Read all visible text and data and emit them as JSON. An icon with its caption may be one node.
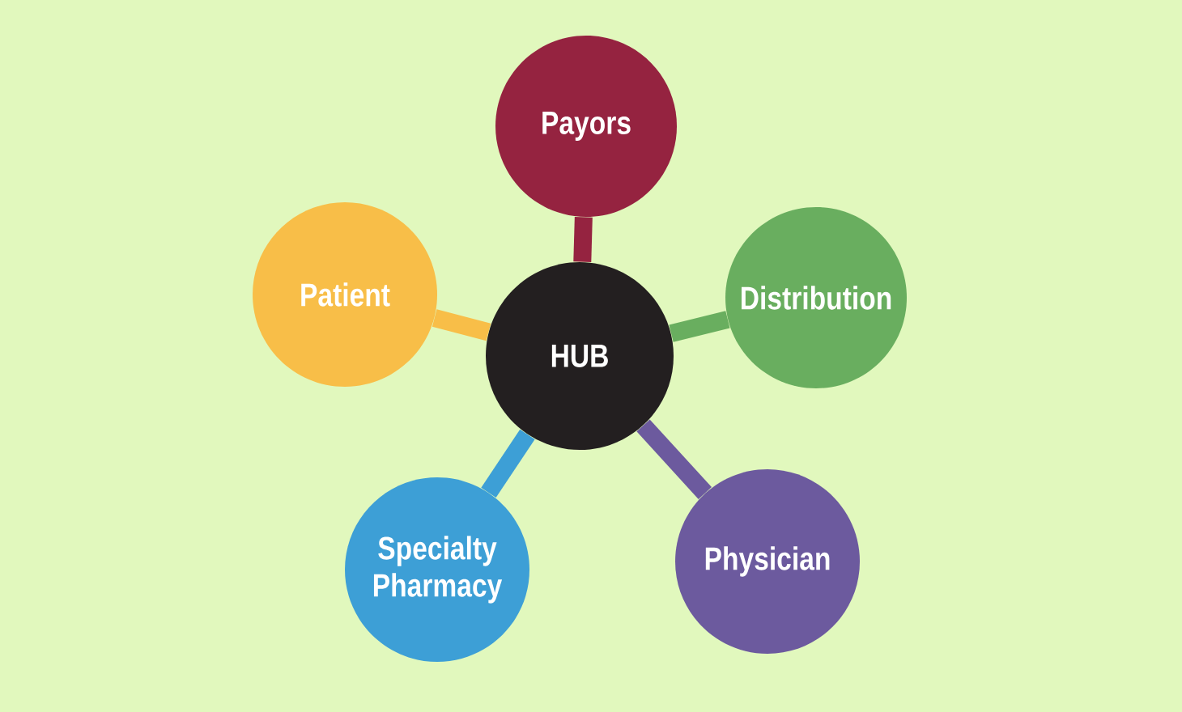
{
  "diagram": {
    "nodes": [
      {
        "text": [
          "HUB"
        ]
      },
      {
        "text": [
          "Payors"
        ]
      },
      {
        "text": [
          "Patient"
        ]
      },
      {
        "text": [
          "Distribution"
        ]
      },
      {
        "text": [
          "Specialty Pharmacy"
        ]
      },
      {
        "text": [
          "Physician"
        ]
      }
    ],
    "edges": [
      {
        "from": 0,
        "to": 1,
        "arrow": "none",
        "color": "#952340"
      },
      {
        "from": 0,
        "to": 2,
        "arrow": "none",
        "color": "#f8be48"
      },
      {
        "from": 0,
        "to": 3,
        "arrow": "none",
        "color": "#69ae5f"
      },
      {
        "from": 0,
        "to": 4,
        "arrow": "none",
        "color": "#3d9fd6"
      },
      {
        "from": 0,
        "to": 5,
        "arrow": "none",
        "color": "#6c5a9e"
      }
    ]
  }
}
